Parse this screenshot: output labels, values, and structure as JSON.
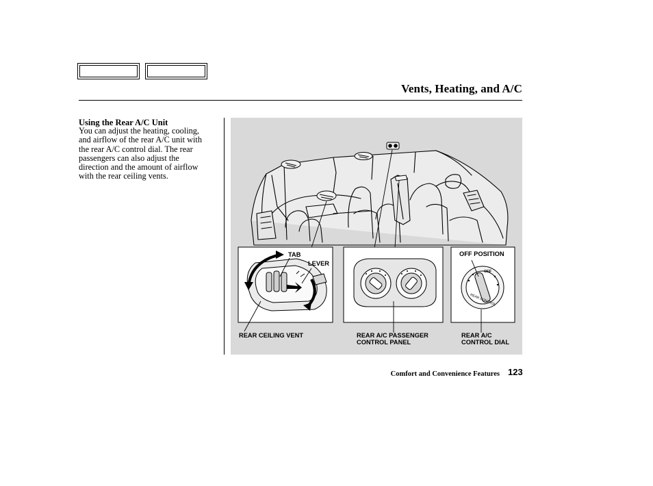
{
  "header": {
    "title": "Vents, Heating, and A/C"
  },
  "section": {
    "heading": "Using the Rear A/C Unit",
    "body": "You can adjust the heating, cooling,\nand airflow of the rear A/C unit with\nthe rear A/C control dial. The rear\npassengers can also adjust the\ndirection and the amount of airflow\nwith the rear ceiling vents."
  },
  "figure": {
    "callouts": {
      "tab": "TAB",
      "lever": "LEVER",
      "off_position": "OFF POSITION",
      "rear_ceiling_vent": "REAR CEILING VENT",
      "rear_ac_passenger_panel": "REAR A/C PASSENGER\nCONTROL PANEL",
      "rear_ac_control_dial": "REAR A/C\nCONTROL DIAL"
    },
    "dial_text": {
      "off": "OFF",
      "rear_control": "REAR CONTROL"
    }
  },
  "footer": {
    "section": "Comfort and Convenience Features",
    "page": "123"
  }
}
